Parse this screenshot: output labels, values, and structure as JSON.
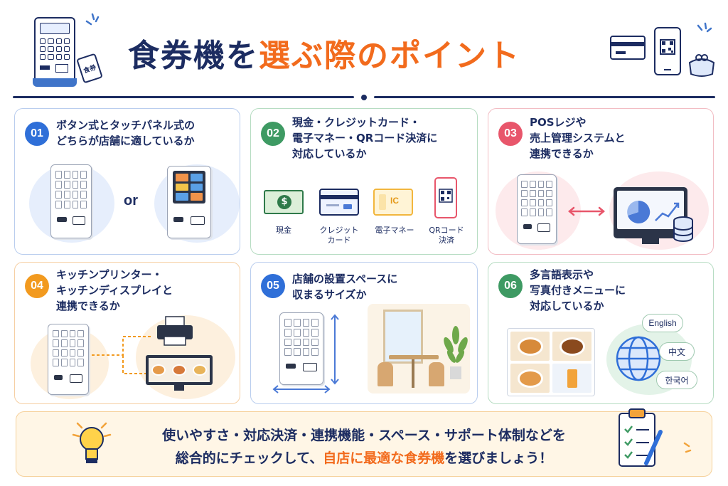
{
  "header": {
    "title_part1": "食券機を",
    "title_part2": "選ぶ際の",
    "title_part3": "ポイント",
    "ticket_text": "食券"
  },
  "colors": {
    "navy": "#1c2c61",
    "orange": "#f26b1d",
    "blue": "#2f6fd8",
    "green": "#3e9a63",
    "pink": "#e8566b",
    "amber": "#f29a1f"
  },
  "cards": [
    {
      "number": "01",
      "heading": "ボタン式とタッチパネル式の\nどちらが店舗に適しているか",
      "or_text": "or"
    },
    {
      "number": "02",
      "heading": "現金・クレジットカード・\n電子マネー・QRコード決済に\n対応しているか",
      "payments": [
        {
          "label": "現金",
          "icon": "cash-icon"
        },
        {
          "label": "クレジット\nカード",
          "icon": "credit-card-icon"
        },
        {
          "label": "電子マネー",
          "icon": "ic-card-icon",
          "card_text": "IC"
        },
        {
          "label": "QRコード\n決済",
          "icon": "qr-phone-icon"
        }
      ]
    },
    {
      "number": "03",
      "heading": "POSレジや\n売上管理システムと\n連携できるか"
    },
    {
      "number": "04",
      "heading": "キッチンプリンター・\nキッチンディスプレイと\n連携できるか"
    },
    {
      "number": "05",
      "heading": "店舗の設置スペースに\n収まるサイズか"
    },
    {
      "number": "06",
      "heading": "多言語表示や\n写真付きメニューに\n対応しているか",
      "languages": [
        "English",
        "中文",
        "한국어"
      ]
    }
  ],
  "footer": {
    "line1": "使いやすさ・対応決済・連携機能・スペース・サポート体制などを",
    "line2_a": "総合的にチェックして、",
    "line2_b": "自店に最適な食券機",
    "line2_c": "を選びましょう！"
  }
}
